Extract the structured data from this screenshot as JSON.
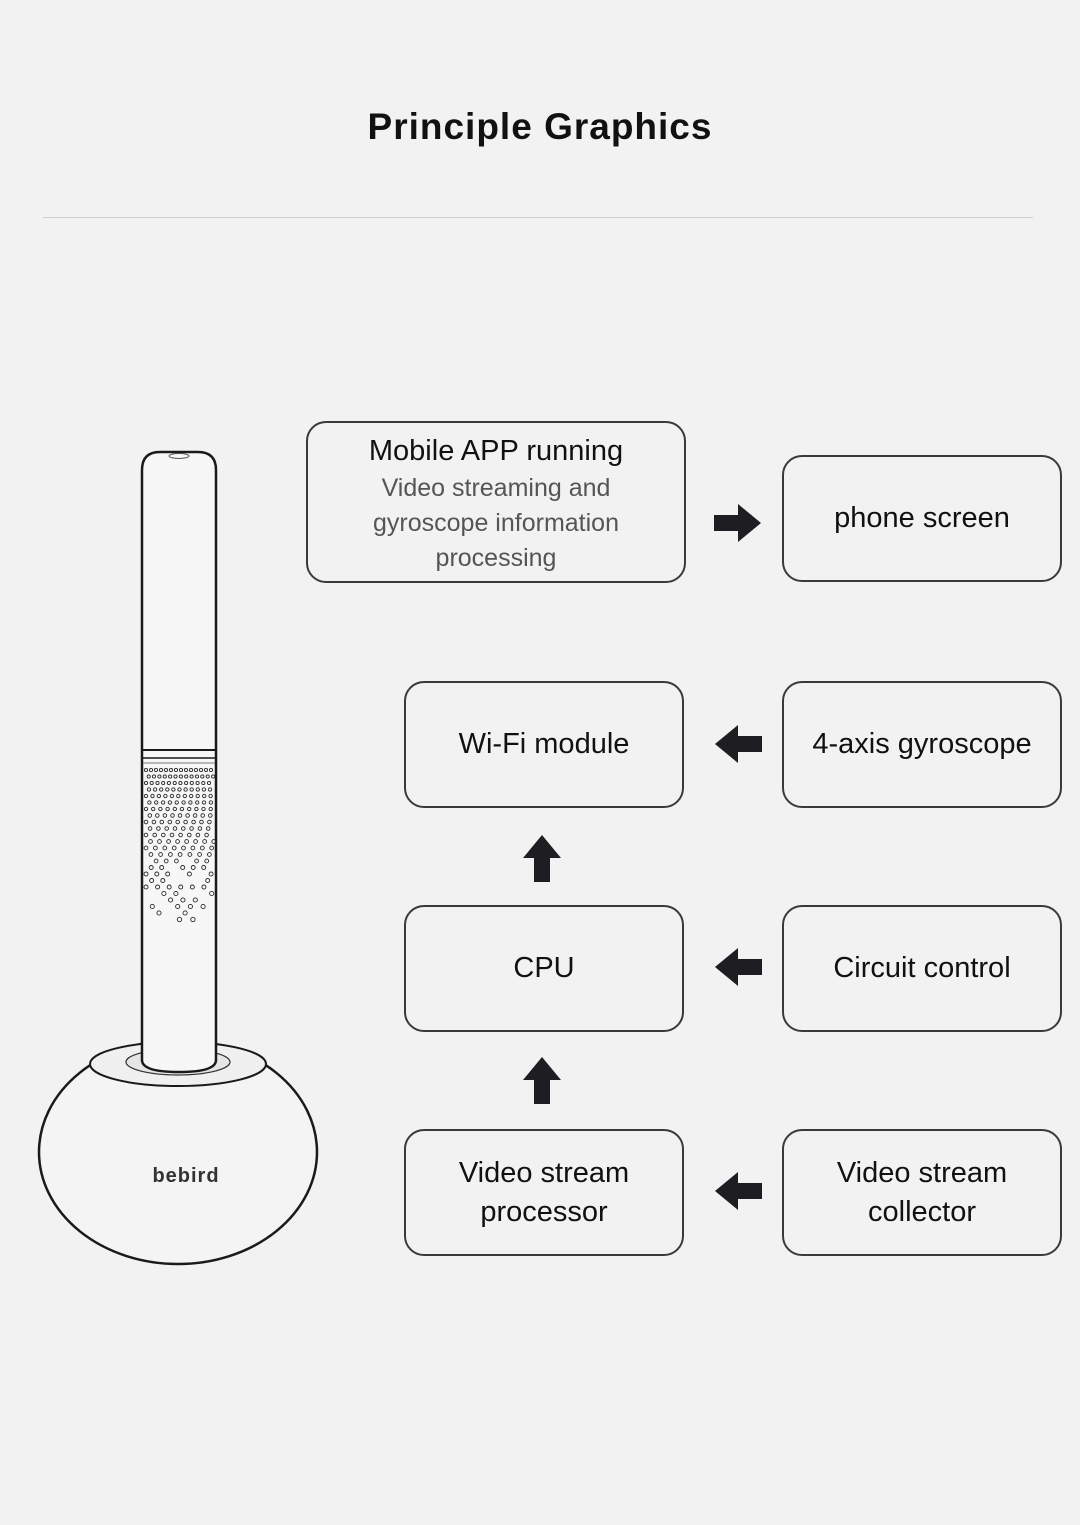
{
  "page": {
    "title": "Principle Graphics"
  },
  "device": {
    "brand": "bebird"
  },
  "nodes": {
    "app": {
      "title": "Mobile APP running",
      "subtitle": "Video streaming and gyroscope information processing"
    },
    "phone_screen": {
      "label": "phone screen"
    },
    "wifi_module": {
      "label": "Wi-Fi module"
    },
    "gyroscope": {
      "label": "4-axis gyroscope"
    },
    "cpu": {
      "label": "CPU"
    },
    "circuit_control": {
      "label": "Circuit control"
    },
    "video_processor": {
      "label": "Video stream processor"
    },
    "video_collector": {
      "label": "Video stream collector"
    }
  },
  "colors": {
    "background": "#f2f2f2",
    "border": "#3a3a3a",
    "arrow": "#1e1e22",
    "text": "#111111",
    "subtext": "#555555"
  },
  "icons": {
    "arrow_right": "arrow-right-icon",
    "arrow_left": "arrow-left-icon",
    "arrow_up": "arrow-up-icon"
  }
}
